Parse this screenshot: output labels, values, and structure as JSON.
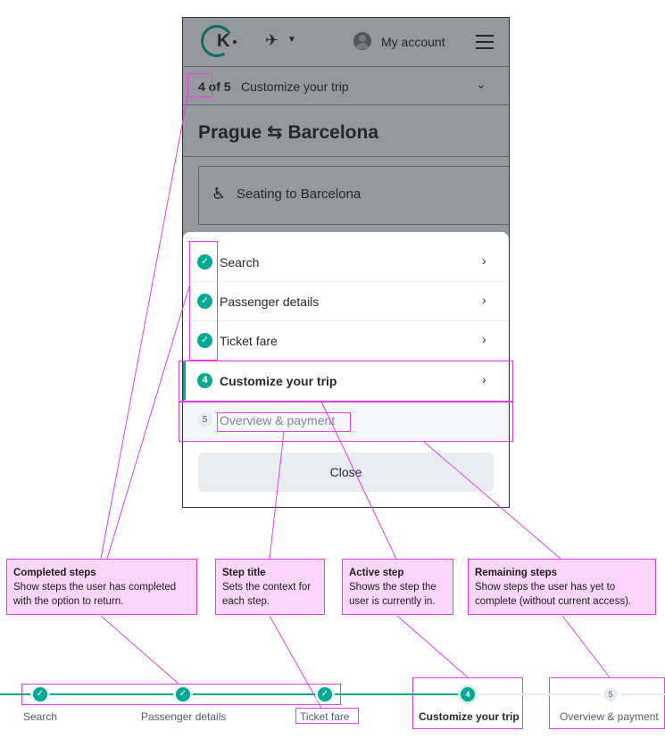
{
  "header": {
    "logo_letter": "K",
    "account_label": "My account"
  },
  "progress": {
    "count": "4 of 5",
    "title": "Customize your trip"
  },
  "route": {
    "title": "Prague ⇆ Barcelona",
    "seating_label": "Seating to Barcelona"
  },
  "sheet": {
    "steps": [
      {
        "number": "✓",
        "label": "Search",
        "state": "completed"
      },
      {
        "number": "✓",
        "label": "Passenger details",
        "state": "completed"
      },
      {
        "number": "✓",
        "label": "Ticket fare",
        "state": "completed"
      },
      {
        "number": "4",
        "label": "Customize your trip",
        "state": "active"
      },
      {
        "number": "5",
        "label": "Overview & payment",
        "state": "remaining"
      }
    ],
    "close_label": "Close"
  },
  "callouts": [
    {
      "title": "Completed steps",
      "desc": "Show steps the user has completed with the option to return."
    },
    {
      "title": "Step title",
      "desc": "Sets the context for each step."
    },
    {
      "title": "Active step",
      "desc": "Shows the step the user is currently in."
    },
    {
      "title": "Remaining steps",
      "desc": "Show steps the user has yet to complete (without current access)."
    }
  ],
  "stepper": {
    "steps": [
      {
        "number": "✓",
        "label": "Search"
      },
      {
        "number": "✓",
        "label": "Passenger details"
      },
      {
        "number": "✓",
        "label": "Ticket fare"
      },
      {
        "number": "4",
        "label": "Customize your trip"
      },
      {
        "number": "5",
        "label": "Overview & payment"
      }
    ]
  },
  "colors": {
    "accent": "#00a991",
    "annotation": "#e23fe6",
    "annotation_fill": "#fbd5fb",
    "overlay": "#7e8289"
  }
}
